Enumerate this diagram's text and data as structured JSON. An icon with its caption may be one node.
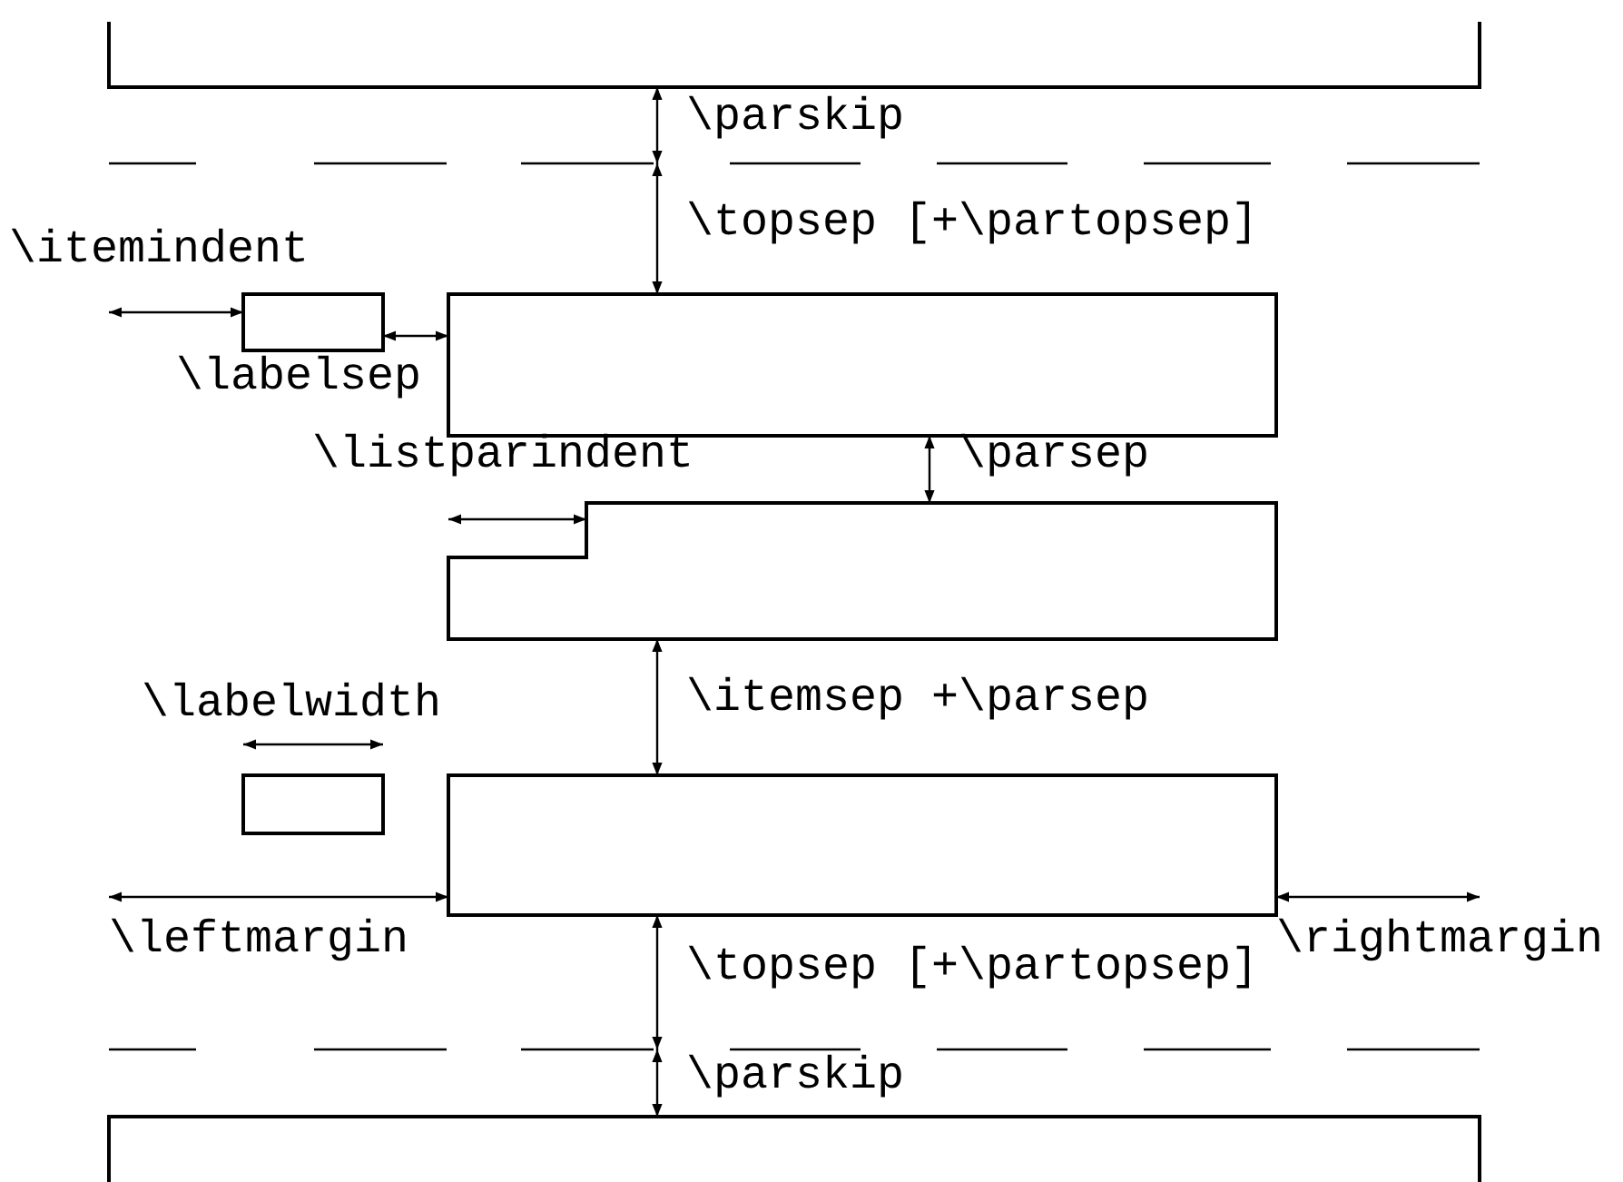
{
  "diagram": {
    "labels": [
      "\\parskip",
      "\\topsep [+\\partopsep]",
      "\\itemindent",
      "\\labelsep",
      "\\listparindent",
      "\\parsep",
      "\\labelwidth",
      "\\itemsep +\\parsep",
      "\\leftmargin",
      "\\rightmargin",
      "\\topsep [+\\partopsep]",
      "\\parskip"
    ]
  }
}
